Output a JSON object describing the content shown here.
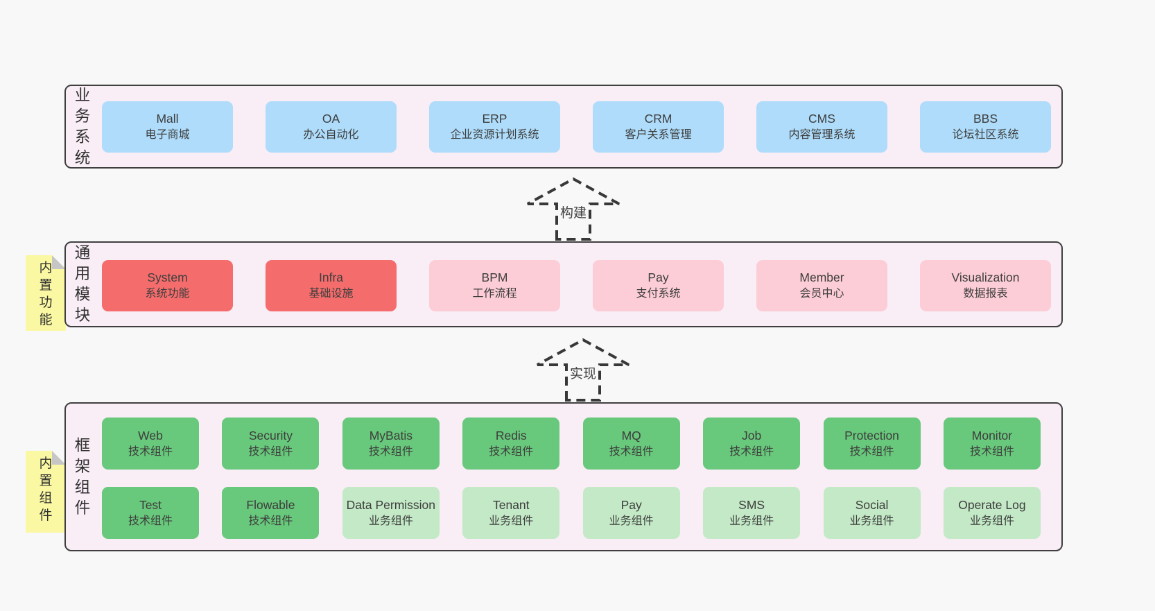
{
  "colors": {
    "page_bg": "#f8f8f8",
    "band_bg": "#f9edf6",
    "border": "#3f3f3f",
    "sticky": "#fbf8a3",
    "blue": "#aedcfa",
    "red": "#f56c6c",
    "pink": "#fccdd6",
    "green": "#68c87b",
    "lightgreen": "#c3e9c6"
  },
  "diagram": {
    "bands": [
      {
        "id": "business-systems",
        "label_vertical": "业务系统",
        "boxes": [
          {
            "name": "Mall",
            "subtitle": "电子商城",
            "color": "blue"
          },
          {
            "name": "OA",
            "subtitle": "办公自动化",
            "color": "blue"
          },
          {
            "name": "ERP",
            "subtitle": "企业资源计划系统",
            "color": "blue"
          },
          {
            "name": "CRM",
            "subtitle": "客户关系管理",
            "color": "blue"
          },
          {
            "name": "CMS",
            "subtitle": "内容管理系统",
            "color": "blue"
          },
          {
            "name": "BBS",
            "subtitle": "论坛社区系统",
            "color": "blue"
          }
        ]
      },
      {
        "id": "common-modules",
        "label_vertical": "通用模块",
        "sticky_note": "内置功能",
        "boxes": [
          {
            "name": "System",
            "subtitle": "系统功能",
            "color": "red"
          },
          {
            "name": "Infra",
            "subtitle": "基础设施",
            "color": "red"
          },
          {
            "name": "BPM",
            "subtitle": "工作流程",
            "color": "pink"
          },
          {
            "name": "Pay",
            "subtitle": "支付系统",
            "color": "pink"
          },
          {
            "name": "Member",
            "subtitle": "会员中心",
            "color": "pink"
          },
          {
            "name": "Visualization",
            "subtitle": "数据报表",
            "color": "pink"
          }
        ]
      },
      {
        "id": "framework-components",
        "label_vertical": "框架组件",
        "sticky_note": "内置组件",
        "rows": [
          [
            {
              "name": "Web",
              "subtitle": "技术组件",
              "color": "green"
            },
            {
              "name": "Security",
              "subtitle": "技术组件",
              "color": "green"
            },
            {
              "name": "MyBatis",
              "subtitle": "技术组件",
              "color": "green"
            },
            {
              "name": "Redis",
              "subtitle": "技术组件",
              "color": "green"
            },
            {
              "name": "MQ",
              "subtitle": "技术组件",
              "color": "green"
            },
            {
              "name": "Job",
              "subtitle": "技术组件",
              "color": "green"
            },
            {
              "name": "Protection",
              "subtitle": "技术组件",
              "color": "green"
            },
            {
              "name": "Monitor",
              "subtitle": "技术组件",
              "color": "green"
            }
          ],
          [
            {
              "name": "Test",
              "subtitle": "技术组件",
              "color": "green"
            },
            {
              "name": "Flowable",
              "subtitle": "技术组件",
              "color": "green"
            },
            {
              "name": "Data Permission",
              "subtitle": "业务组件",
              "color": "lightgreen"
            },
            {
              "name": "Tenant",
              "subtitle": "业务组件",
              "color": "lightgreen"
            },
            {
              "name": "Pay",
              "subtitle": "业务组件",
              "color": "lightgreen"
            },
            {
              "name": "SMS",
              "subtitle": "业务组件",
              "color": "lightgreen"
            },
            {
              "name": "Social",
              "subtitle": "业务组件",
              "color": "lightgreen"
            },
            {
              "name": "Operate Log",
              "subtitle": "业务组件",
              "color": "lightgreen"
            }
          ]
        ]
      }
    ],
    "arrows": [
      {
        "label": "构建"
      },
      {
        "label": "实现"
      }
    ]
  }
}
